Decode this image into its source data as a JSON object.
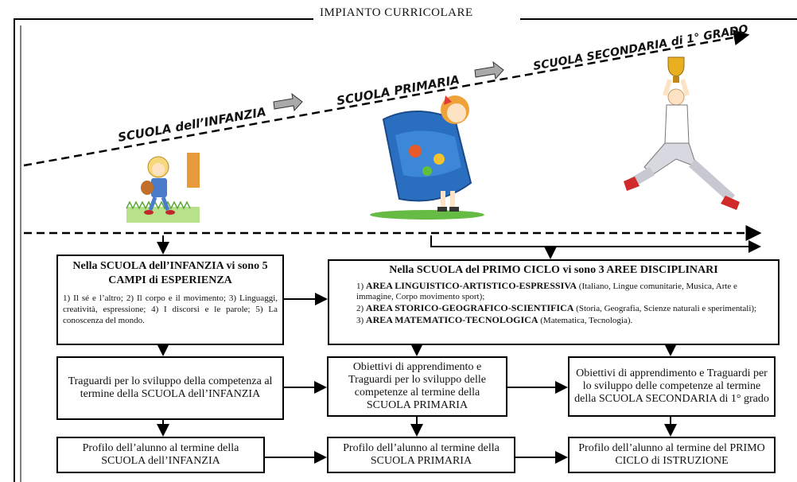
{
  "title": "IMPIANTO CURRICOLARE",
  "stages": {
    "infanzia": "SCUOLA dell’INFANZIA",
    "primaria": "SCUOLA PRIMARIA",
    "secondaria": "SCUOLA SECONDARIA di 1° GRADO"
  },
  "infanzia_box": {
    "heading": "Nella SCUOLA dell’INFANZIA vi sono 5 CAMPI di ESPERIENZA",
    "text": "1) Il sé e l’altro; 2) Il corpo e il movimento; 3) Linguaggi, creatività, espressione; 4) I discorsi e le parole; 5) La conoscenza del mondo."
  },
  "primo_ciclo_box": {
    "heading": "Nella SCUOLA del PRIMO CICLO vi sono 3 AREE DISCIPLINARI",
    "areas": [
      {
        "num": "1)",
        "name": "AREA LINGUISTICO-ARTISTICO-ESPRESSIVA",
        "desc": " (Italiano, Lingue comunitarie, Musica, Arte e immagine, Corpo movimento sport);"
      },
      {
        "num": "2)",
        "name": "AREA STORICO-GEOGRAFICO-SCIENTIFICA",
        "desc": " (Storia, Geografia, Scienze naturali e sperimentali);"
      },
      {
        "num": "3)",
        "name": "AREA MATEMATICO-TECNOLOGICA",
        "desc": " (Matematica, Tecnologia)."
      }
    ]
  },
  "traguardi": {
    "infanzia": "Traguardi per lo sviluppo della competenza al termine della SCUOLA dell’INFANZIA",
    "primaria": "Obiettivi di apprendimento e Traguardi per lo sviluppo delle competenze al termine della SCUOLA PRIMARIA",
    "secondaria": "Obiettivi di apprendimento e Traguardi per lo sviluppo delle competenze al termine della SCUOLA SECONDARIA di 1° grado"
  },
  "profilo": {
    "infanzia": "Profilo dell’alunno al termine della SCUOLA dell’INFANZIA",
    "primaria": "Profilo dell’alunno al termine della SCUOLA PRIMARIA",
    "primo_ciclo": "Profilo dell’alunno al termine del PRIMO CICLO di ISTRUZIONE"
  },
  "colors": {
    "arrow_fill": "#a9a9a9",
    "grass": "#66bb44",
    "bag": "#2a6fbf",
    "shoe": "#d02a2a"
  }
}
